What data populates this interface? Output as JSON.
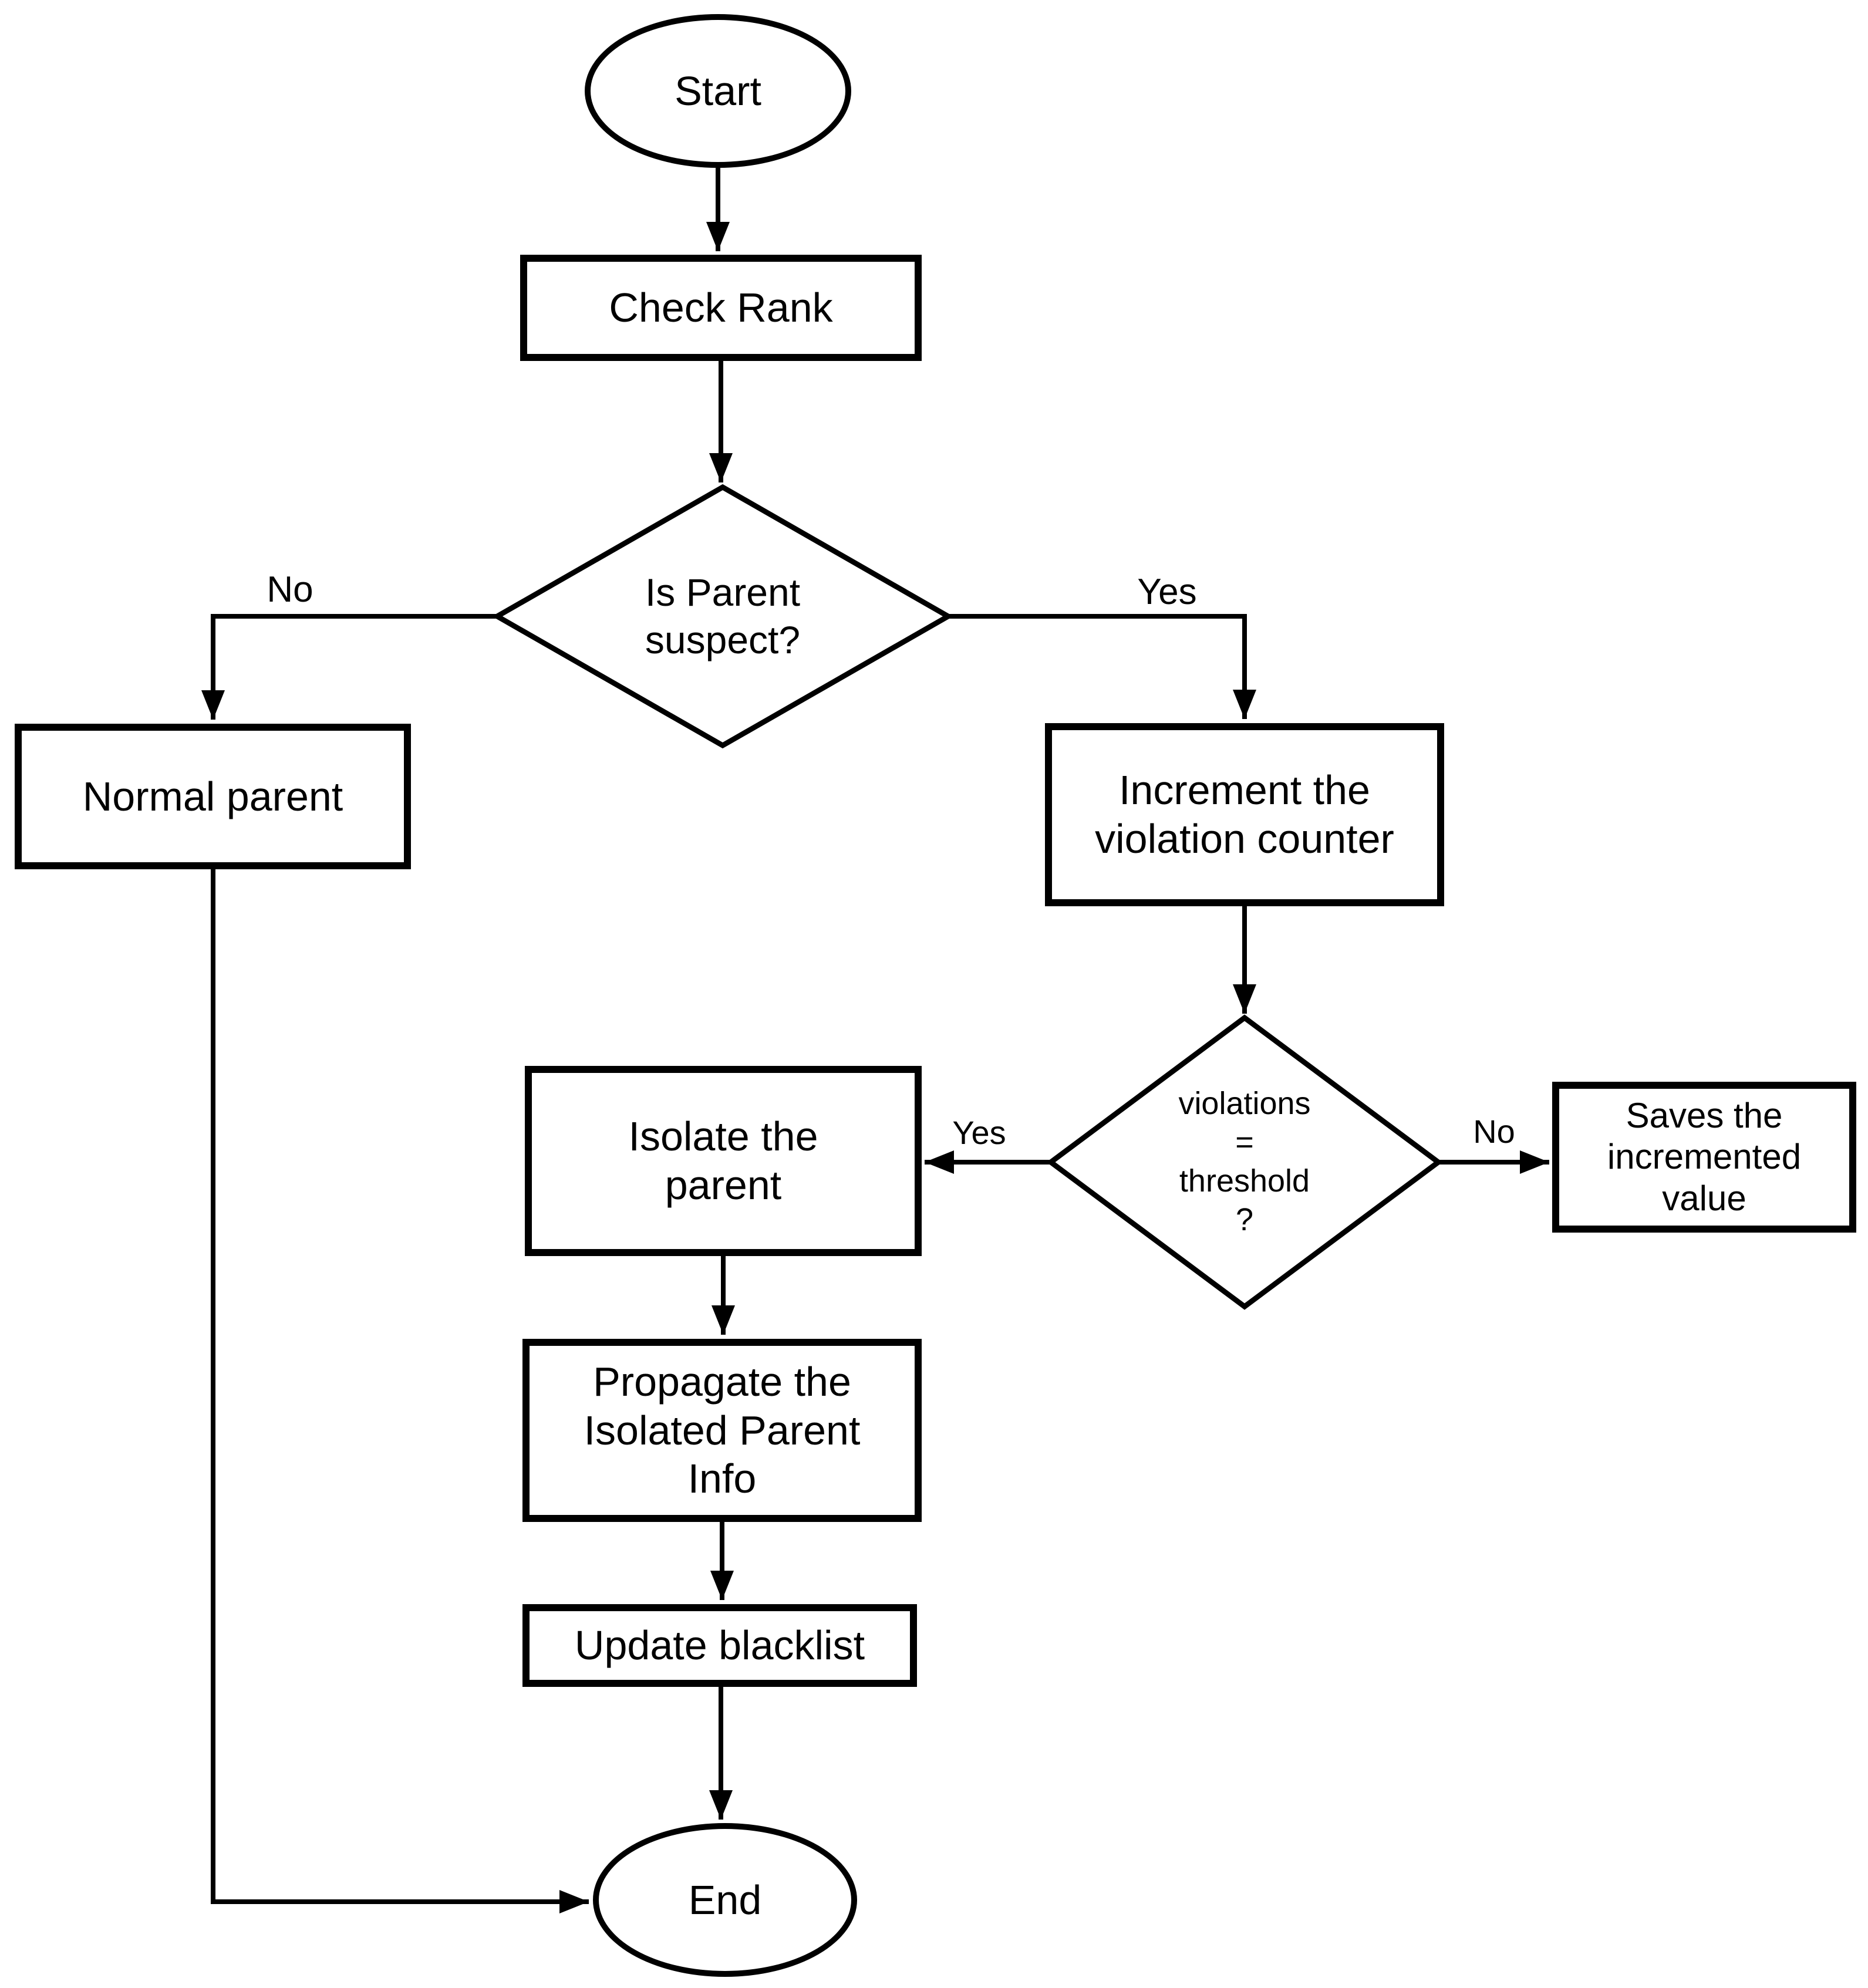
{
  "diagram": {
    "background": "#ffffff",
    "stroke_color": "#000000",
    "nodes": {
      "start": {
        "shape": "ellipse",
        "label": "Start"
      },
      "check_rank": {
        "shape": "rect",
        "label": "Check Rank"
      },
      "is_parent_suspect": {
        "shape": "diamond",
        "label": "Is Parent\nsuspect?"
      },
      "normal_parent": {
        "shape": "rect",
        "label": "Normal parent"
      },
      "increment_violation_counter": {
        "shape": "rect",
        "label": "Increment the\nviolation counter"
      },
      "violations_equal_threshold": {
        "shape": "diamond",
        "label": "violations\n=\nthreshold\n?"
      },
      "isolate_parent": {
        "shape": "rect",
        "label": "Isolate the\nparent"
      },
      "saves_incremented_value": {
        "shape": "rect",
        "label": "Saves the\nincremented\nvalue"
      },
      "propagate_isolated_parent_info": {
        "shape": "rect",
        "label": "Propagate the\nIsolated Parent\nInfo"
      },
      "update_blacklist": {
        "shape": "rect",
        "label": "Update blacklist"
      },
      "end": {
        "shape": "ellipse",
        "label": "End"
      }
    },
    "edge_labels": {
      "suspect_no": "No",
      "suspect_yes": "Yes",
      "threshold_yes": "Yes",
      "threshold_no": "No"
    }
  }
}
